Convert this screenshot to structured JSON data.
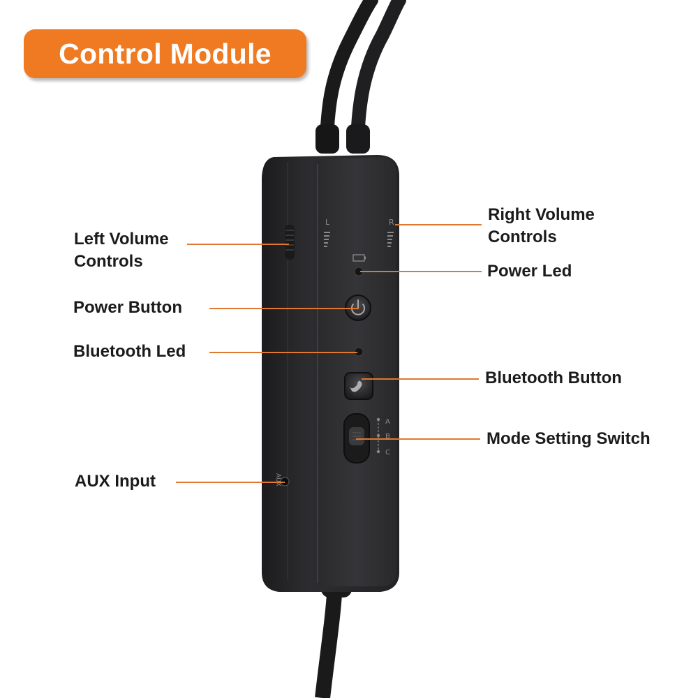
{
  "title": "Control Module",
  "device": {
    "left_mark": "L",
    "right_mark": "R",
    "aux_mark": "AUX",
    "mode_positions": [
      "A",
      "B",
      "C"
    ]
  },
  "callouts": {
    "left_volume": {
      "line1": "Left Volume",
      "line2": "Controls"
    },
    "right_volume": {
      "line1": "Right Volume",
      "line2": "Controls"
    },
    "power_led": "Power Led",
    "power_button": "Power Button",
    "bluetooth_led": "Bluetooth Led",
    "bluetooth_button": "Bluetooth Button",
    "mode_switch": "Mode Setting Switch",
    "aux_input": "AUX Input"
  },
  "colors": {
    "accent": "#f07a22",
    "leader_line": "#e0782e",
    "device_body": "#2e2e30"
  }
}
